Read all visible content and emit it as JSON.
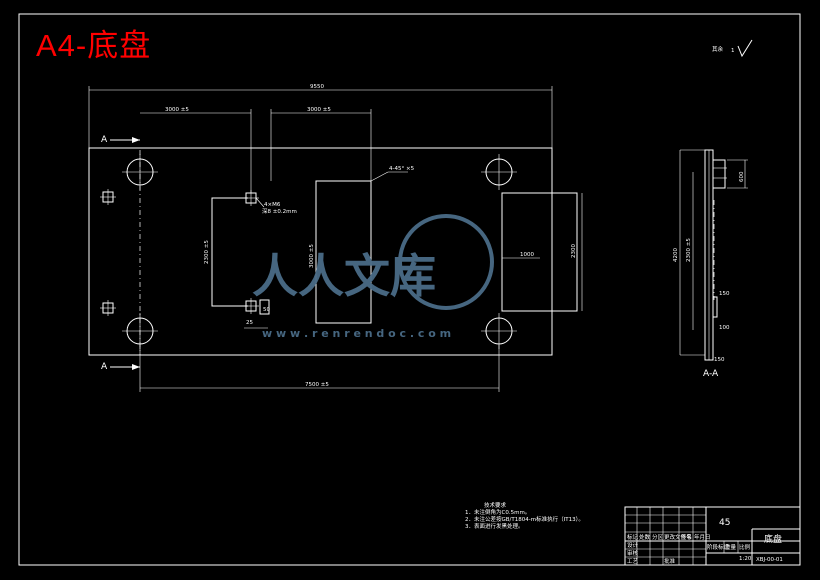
{
  "title": "A4-底盘",
  "roughness_note": "其余",
  "section_labels": {
    "top": "A",
    "bottom": "A",
    "view": "A-A"
  },
  "dimensions": {
    "overall_length": "9550",
    "left_offset": "3000 ±5",
    "slot_offset": "3000 ±5",
    "bottom_span": "7500 ±5",
    "hole_vertical": "2300 ±5",
    "slot_height": "3000 ±5",
    "cutout_height": "2300",
    "cutout_width": "1000",
    "chamfer": "4-45° ×5",
    "tapped_hole": "4×M6\n深8 ±0.2mm",
    "small_dim_a": "50",
    "small_dim_b": "25",
    "section_total": "4200",
    "section_mid": "2300 ±5",
    "section_top": "600",
    "section_a": "150",
    "section_b": "100",
    "section_c": "150"
  },
  "notes": {
    "heading": "技术要求",
    "items": [
      "1．未注倒角为C0.5mm。",
      "2．未注公差按GB/T1804-m标准执行（IT13）。",
      "3．表面进行发黑处理。"
    ]
  },
  "title_block": {
    "material": "45",
    "part_name": "底盘",
    "drawing_no": "XBJ-00-01",
    "scale": "1:20",
    "row_labels": [
      "设计",
      "审核",
      "工艺",
      "批准"
    ],
    "header_labels": [
      "标记",
      "处数",
      "分区",
      "更改文件号",
      "签名",
      "年月日"
    ],
    "stage_labels": [
      "阶段标记",
      "重量",
      "比例"
    ]
  },
  "watermark": {
    "brand": "人人文库",
    "url": "w w w . r e n r e n d o c . c o m"
  },
  "colors": {
    "background": "#000000",
    "lines": "#ffffff",
    "title": "#ff0000",
    "watermark": "#4a6c87"
  }
}
